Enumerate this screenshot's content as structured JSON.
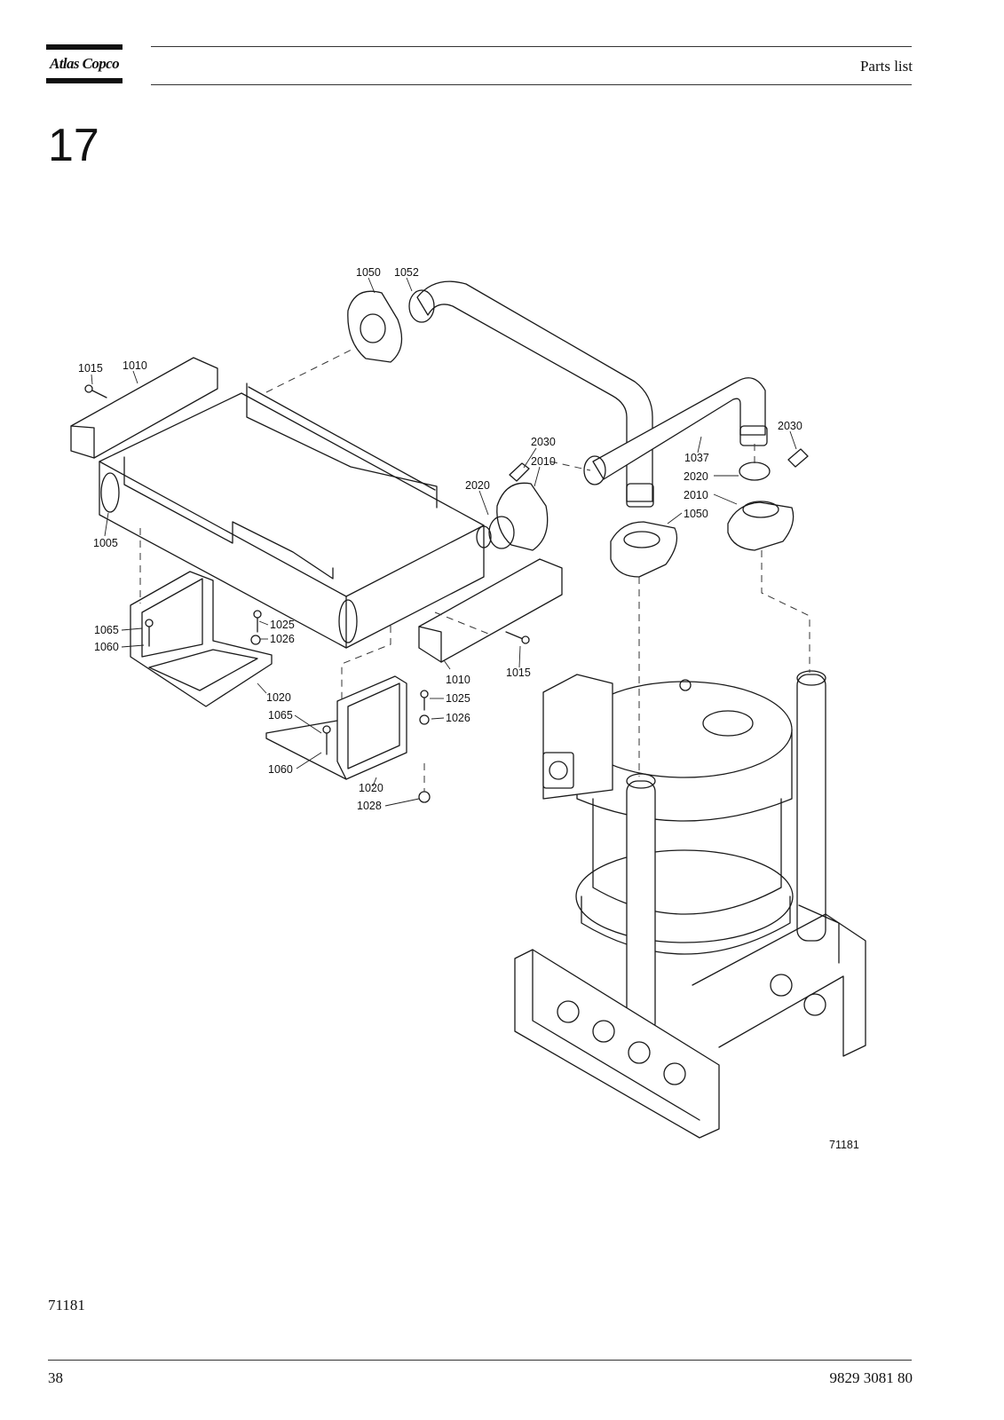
{
  "header": {
    "logo_text": "Atlas Copco",
    "section_title": "Parts list"
  },
  "section_number": "17",
  "drawing": {
    "figure_code": "71181",
    "callouts": {
      "c1050_top": "1050",
      "c1052": "1052",
      "c1015_left": "1015",
      "c1010_left": "1010",
      "c2030_mid": "2030",
      "c2010_mid": "2010",
      "c2020_mid": "2020",
      "c1005": "1005",
      "c1037": "1037",
      "c2030_right": "2030",
      "c2020_right": "2020",
      "c2010_right": "2010",
      "c1050_right": "1050",
      "c1065_a": "1065",
      "c1060_a": "1060",
      "c1025_a": "1025",
      "c1026_a": "1026",
      "c1010_bottom": "1010",
      "c1015_bottom": "1015",
      "c1020_a": "1020",
      "c1065_b": "1065",
      "c1025_b": "1025",
      "c1026_b": "1026",
      "c1060_b": "1060",
      "c1020_b": "1020",
      "c1028": "1028"
    }
  },
  "footer": {
    "figure_label": "71181",
    "page_number": "38",
    "document_number": "9829 3081 80"
  }
}
